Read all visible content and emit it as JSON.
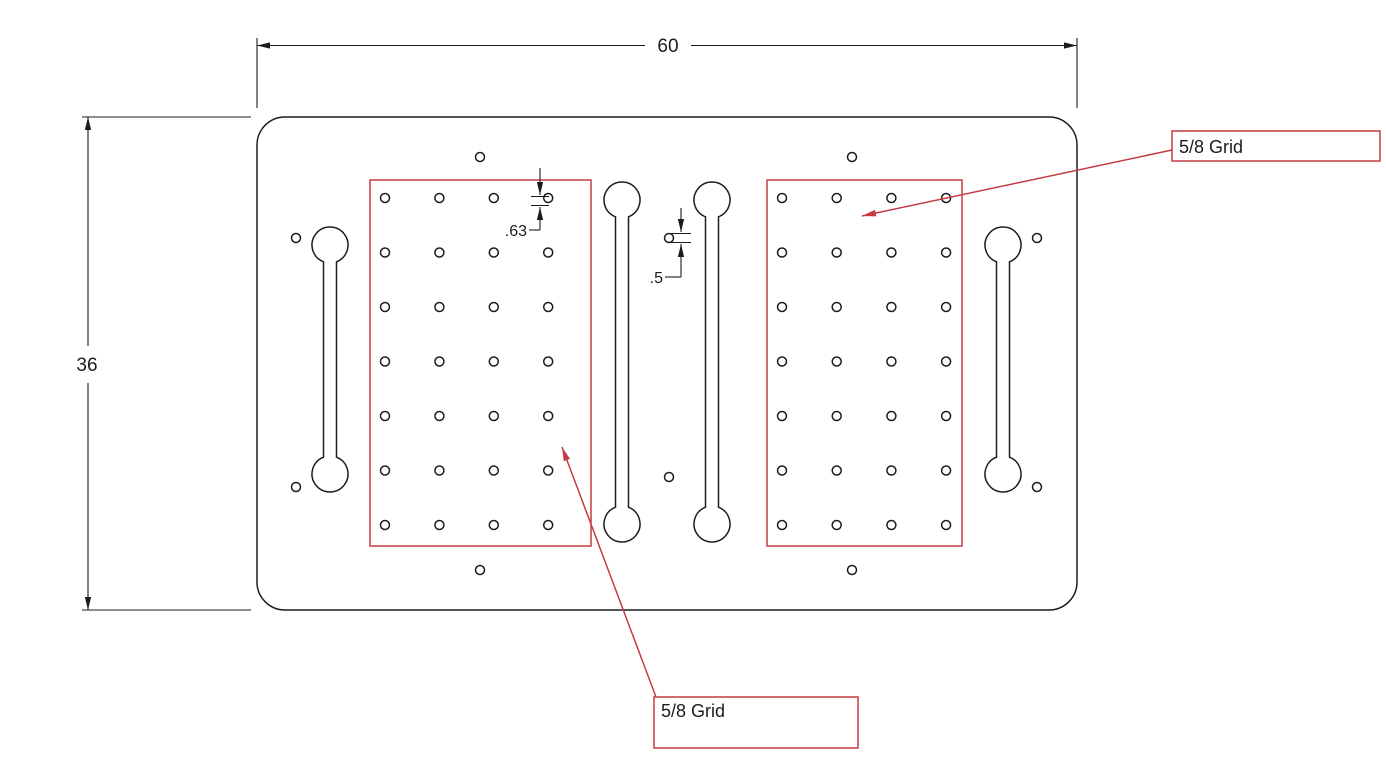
{
  "drawing": {
    "labels": {
      "width": "60",
      "height": "36",
      "hole_pitch_top": ".63",
      "hole_diameter_mid": ".5",
      "grid_annotation_right": "5/8 Grid",
      "grid_annotation_left": "5/8 Grid"
    },
    "colors": {
      "line": "#1c1c1c",
      "annotation": "#c53b43",
      "background": "#ffffff"
    }
  }
}
